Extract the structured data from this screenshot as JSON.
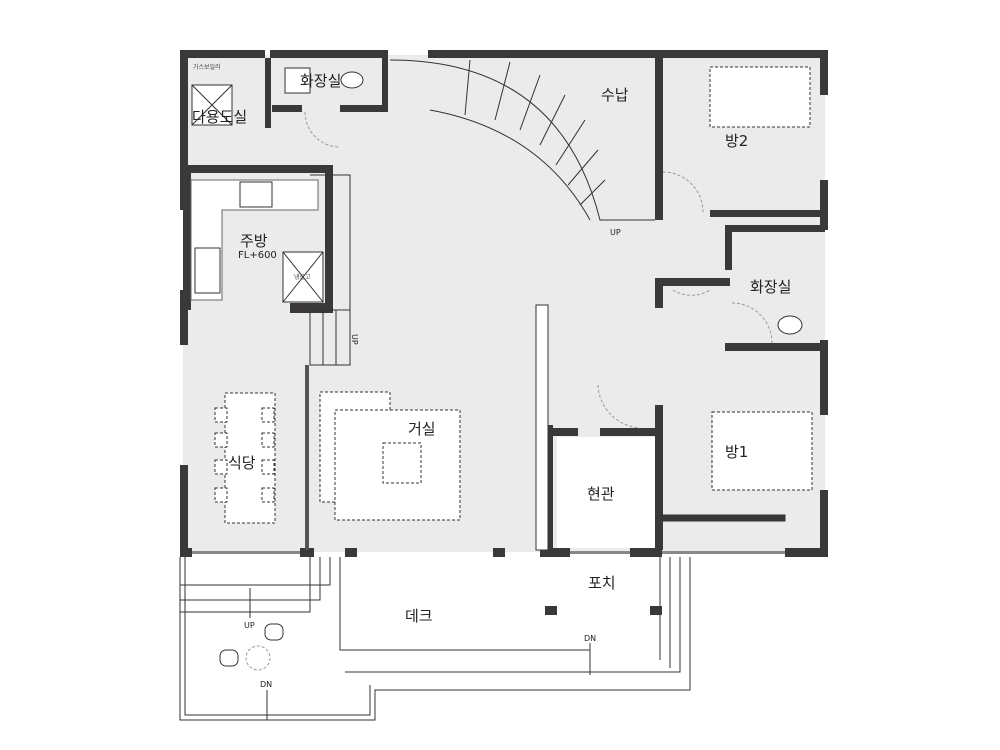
{
  "rooms": {
    "utility": "다용도실",
    "bath_top": "화장실",
    "storage": "수납",
    "bedroom2": "방2",
    "kitchen": "주방",
    "kitchen_level": "FL+600",
    "bath_right": "화장실",
    "living": "거실",
    "bedroom1": "방1",
    "dining": "식당",
    "entrance": "현관",
    "porch": "포치",
    "deck": "데크"
  },
  "annotations": {
    "stair_up_main": "UP",
    "stair_up_side": "UP",
    "deck_up": "UP",
    "deck_dn_right": "DN",
    "deck_dn_left": "DN",
    "boiler": "가스보일러",
    "fridge": "냉장고"
  },
  "colors": {
    "wall": "#3a3838",
    "floor": "#ebebeb"
  }
}
